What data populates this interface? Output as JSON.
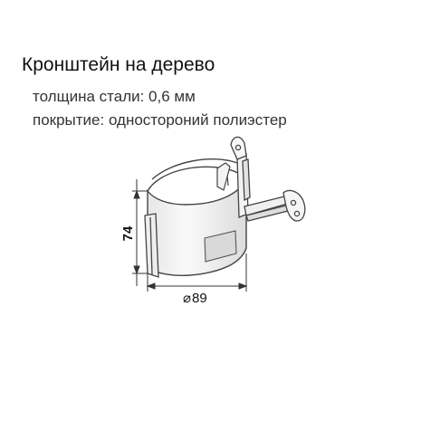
{
  "product": {
    "title": "Кронштейн на дерево",
    "specs": [
      "толщина стали: 0,6 мм",
      "покрытие: одностороний полиэстер"
    ]
  },
  "dimensions": {
    "height": "74",
    "diameter_symbol": "⌀",
    "diameter": "89"
  },
  "colors": {
    "text": "#111111",
    "outline": "#444444",
    "metal_light": "#f2f2f2",
    "metal_shade": "#d6d6d6"
  }
}
